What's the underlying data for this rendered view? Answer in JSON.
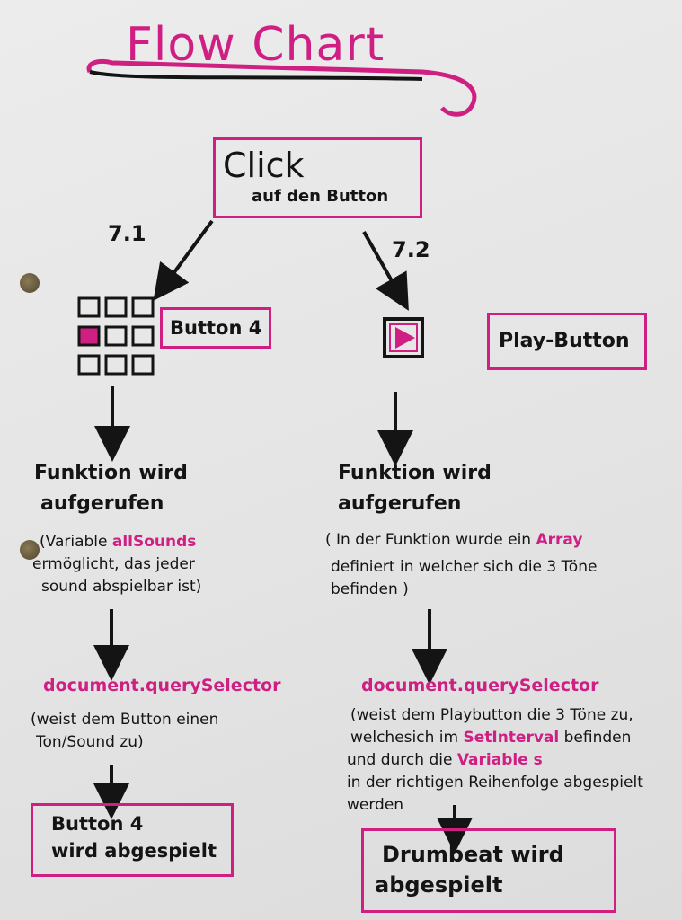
{
  "title": "Flow Chart",
  "start": {
    "line1": "Click",
    "line2": "auf den Button"
  },
  "left": {
    "step": "7.1",
    "button_label": "Button 4",
    "call_line1": "Funktion wird",
    "call_line2": "aufgerufen",
    "note_pre": "(Variable ",
    "note_var": "allSounds",
    "note_line2": "ermöglicht, das jeder",
    "note_line3": "sound abspielbar ist)",
    "code": "document.querySelector",
    "code_note1": "(weist dem Button einen",
    "code_note2": "Ton/Sound zu)",
    "result_line1": "Button 4",
    "result_line2": "wird abgespielt"
  },
  "right": {
    "step": "7.2",
    "button_label": "Play-Button",
    "call_line1": "Funktion wird",
    "call_line2": "aufgerufen",
    "note_pre": "( In der Funktion wurde ein ",
    "note_var": "Array",
    "note_line2": "definiert in welcher sich die 3 Töne",
    "note_line3": "befinden )",
    "code": "document.querySelector",
    "code_note1": "(weist dem Playbutton die 3 Töne zu,",
    "code_note2_pre": "welchesich im ",
    "code_note2_var": "SetInterval",
    "code_note2_post": " befinden",
    "code_note3_pre": "und durch die ",
    "code_note3_var": "Variable s",
    "code_note4": "in der richtigen Reihenfolge abgespielt",
    "code_note5": "werden",
    "result_line1": "Drumbeat wird",
    "result_line2": "abgespielt"
  },
  "colors": {
    "accent": "#cf1f83",
    "ink": "#141414",
    "paper": "#e8e8e8"
  }
}
